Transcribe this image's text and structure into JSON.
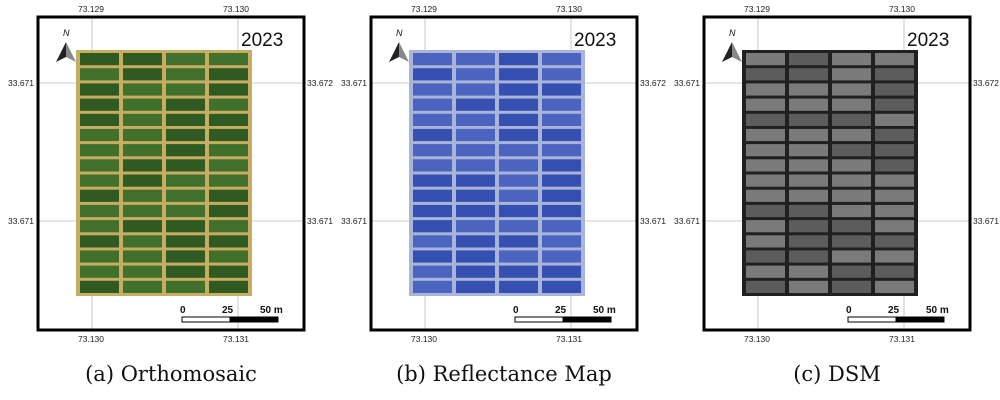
{
  "panels": [
    {
      "id": "a",
      "caption": "(a) Orthomosaic",
      "year": "2023",
      "lon_top_left": "73.129",
      "lon_top_right": "73.130",
      "lon_bottom_left": "73.130",
      "lon_bottom_right": "73.131",
      "lat_left_upper": "33.671",
      "lat_right_upper": "33.672",
      "lat_left_lower": "33.671",
      "lat_right_lower": "33.671",
      "north_label": "N",
      "scale_labels": [
        "0",
        "25",
        "50 m"
      ],
      "imagery": {
        "type": "orthomosaic",
        "background": "#b59a52",
        "plot_color": "#2f5a22",
        "plot_color_alt": "#41702c",
        "alley_color": "#c7ad62"
      }
    },
    {
      "id": "b",
      "caption": "(b) Reflectance Map",
      "year": "2023",
      "lon_top_left": "73.129",
      "lon_top_right": "73.130",
      "lon_bottom_left": "73.130",
      "lon_bottom_right": "73.131",
      "lat_left_upper": "33.671",
      "lat_right_upper": "33.672",
      "lat_left_lower": "33.671",
      "lat_right_lower": "33.671",
      "north_label": "N",
      "scale_labels": [
        "0",
        "25",
        "50 m"
      ],
      "imagery": {
        "type": "reflectance",
        "background": "#8a98c8",
        "plot_color": "#3550b0",
        "plot_color_alt": "#4a64c0",
        "alley_color": "#a9b4d8"
      }
    },
    {
      "id": "c",
      "caption": "(c) DSM",
      "year": "2023",
      "lon_top_left": "73.129",
      "lon_top_right": "73.130",
      "lon_bottom_left": "73.130",
      "lon_bottom_right": "73.131",
      "lat_left_upper": "33.671",
      "lat_right_upper": "33.672",
      "lat_left_lower": "33.671",
      "lat_right_lower": "33.671",
      "north_label": "N",
      "scale_labels": [
        "0",
        "25",
        "50 m"
      ],
      "imagery": {
        "type": "dsm",
        "background": "#3a3a3a",
        "plot_color": "#7a7a7a",
        "plot_color_alt": "#5c5c5c",
        "alley_color": "#202020"
      }
    }
  ],
  "field_layout": {
    "columns": 4,
    "rows": 16
  }
}
